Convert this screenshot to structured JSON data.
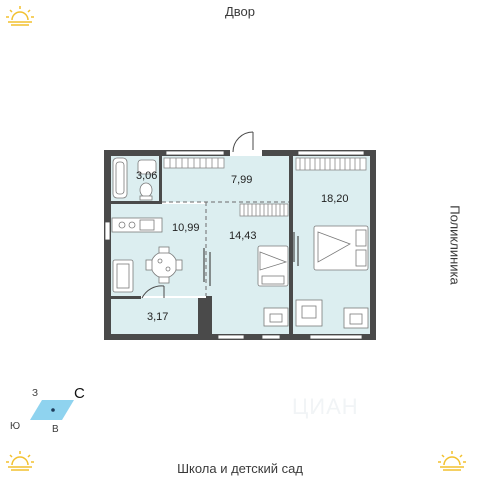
{
  "orientation": {
    "top": "Двор",
    "bottom": "Школа и детский сад",
    "right": "Поликлиника"
  },
  "rooms": [
    {
      "id": "bathroom",
      "area": "3,06"
    },
    {
      "id": "hall",
      "area": "7,99"
    },
    {
      "id": "bedroom",
      "area": "18,20"
    },
    {
      "id": "kitchen",
      "area": "10,99"
    },
    {
      "id": "living",
      "area": "14,43"
    },
    {
      "id": "balcony",
      "area": "3,17"
    }
  ],
  "compass": {
    "north": "С",
    "west": "З",
    "south": "Ю",
    "east": "В"
  },
  "watermark": "ЦИАН",
  "colors": {
    "room_fill": "#dceef0",
    "wall": "#4a4a4a",
    "sun": "#f2c12e",
    "compass": "#8fd3ef"
  }
}
